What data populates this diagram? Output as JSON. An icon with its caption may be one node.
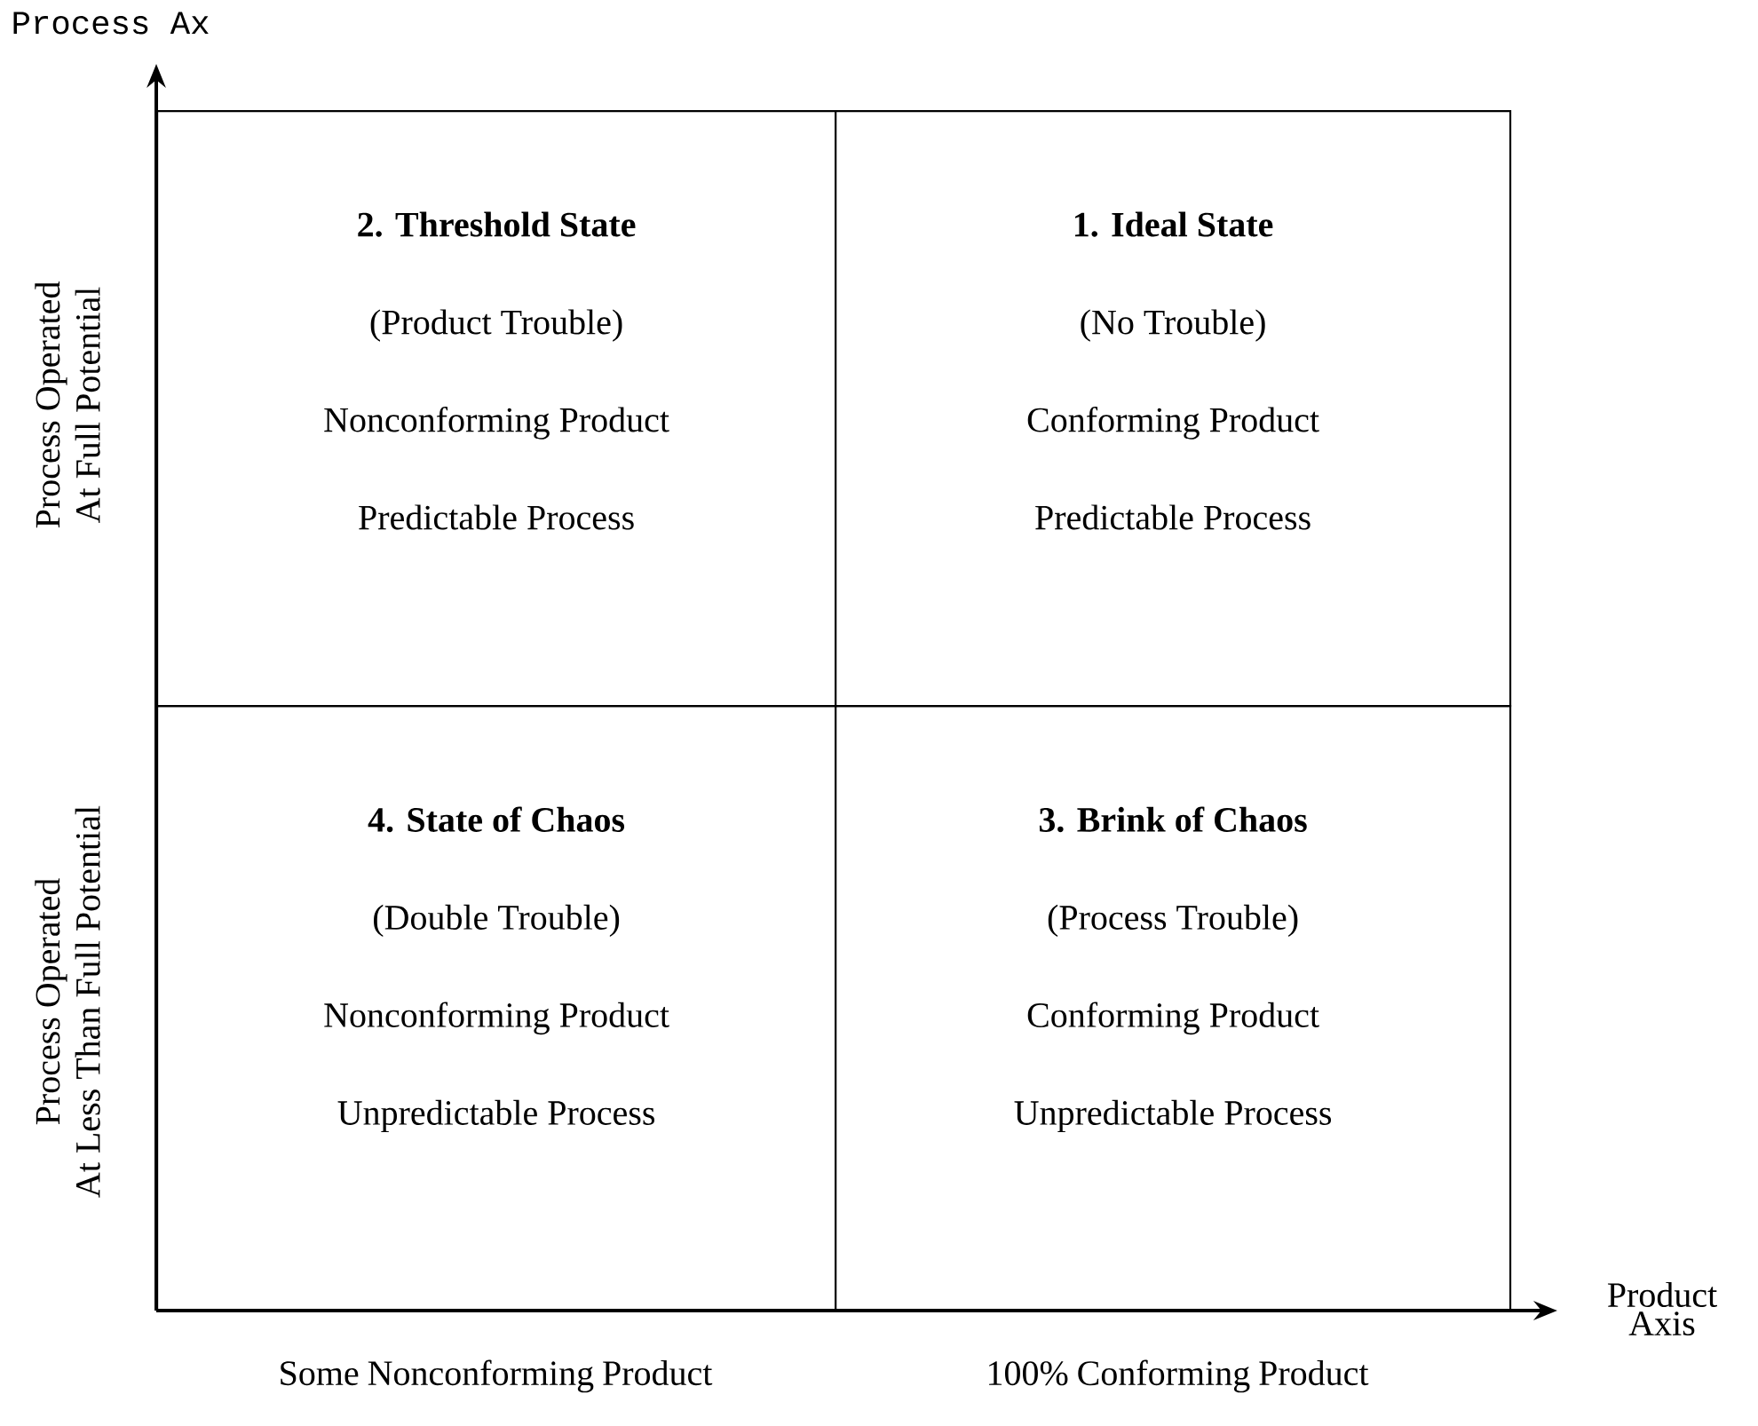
{
  "diagram": {
    "nodes": [
      {
        "text": [
          "2.  Threshold State",
          "(Product Trouble)",
          "Nonconforming Product",
          "Predictable Process"
        ]
      },
      {
        "text": [
          "1.  Ideal State",
          "(No Trouble)",
          "Conforming Product",
          "Predictable Process"
        ]
      },
      {
        "text": [
          "4.  State of Chaos",
          "(Double Trouble)",
          "Nonconforming Product",
          "Unpredictable Process"
        ]
      },
      {
        "text": [
          "3.  Brink of Chaos",
          "(Process Trouble)",
          "Conforming Product",
          "Unpredictable Process"
        ]
      }
    ],
    "labels": [
      "Process Ax",
      "Process Operated At Full Potential",
      "Process Operated At Less Than Full Potential",
      "Product Axis",
      "Some Nonconforming Product",
      "100% Conforming Product"
    ]
  }
}
